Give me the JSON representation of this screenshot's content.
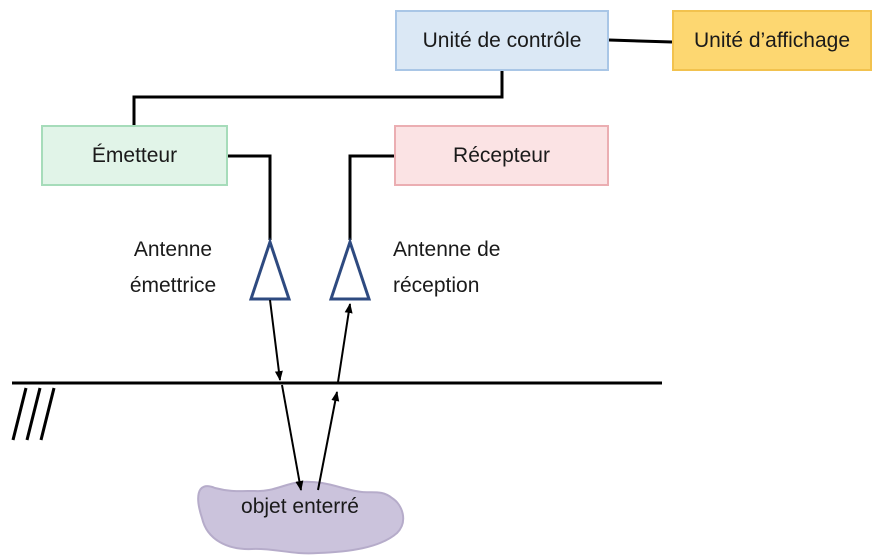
{
  "boxes": {
    "control_unit": "Unité de contrôle",
    "display_unit": "Unité d’affichage",
    "emitter": "Émetteur",
    "receiver": "Récepteur"
  },
  "antennas": {
    "transmit_line1": "Antenne",
    "transmit_line2": "émettrice",
    "receive_line1": "Antenne de",
    "receive_line2": "réception"
  },
  "buried_object": "objet enterré",
  "colors": {
    "control_fill": "#dbe8f5",
    "display_fill": "#fdd771",
    "emitter_fill": "#e1f4e8",
    "receiver_fill": "#fbe3e4",
    "object_fill": "#cbc3dc",
    "antenna_stroke": "#2e4a80",
    "line": "#000000"
  }
}
